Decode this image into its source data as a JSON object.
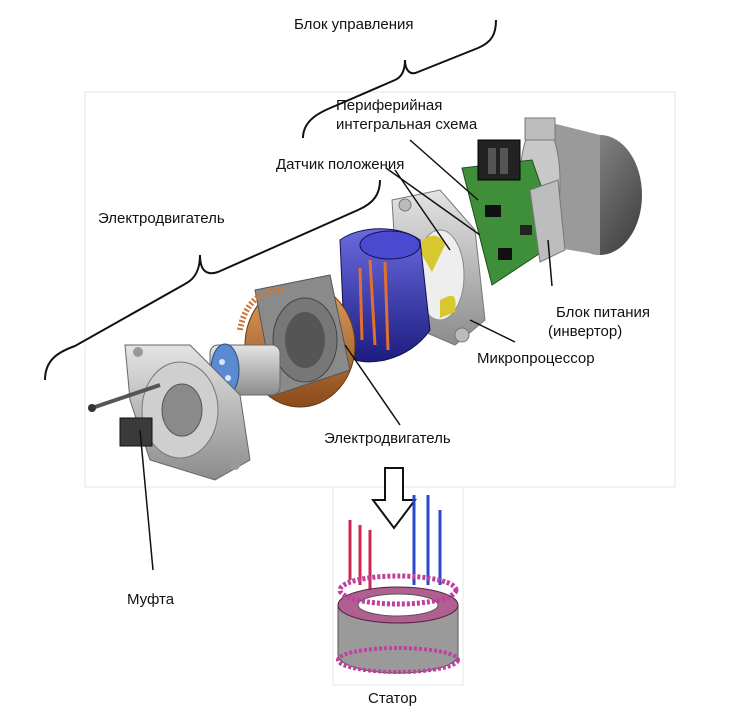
{
  "labels": {
    "control_unit": "Блок управления",
    "peripheral_ic_line1": "Периферийная",
    "peripheral_ic_line2": "интегральная схема",
    "position_sensor": "Датчик положения",
    "motor_group": "Электродвигатель",
    "power_unit_line1": "Блок питания",
    "power_unit_line2": "(инвертор)",
    "microprocessor": "Микропроцессор",
    "motor_part": "Электродвигатель",
    "coupling": "Муфта",
    "stator": "Статор"
  },
  "colors": {
    "housing_gray": "#b8b8b8",
    "rotor_blue": "#3a3ab8",
    "copper": "#c8783a",
    "pcb_green": "#3f8f3a",
    "sensor_yellow": "#d8c830",
    "wire_red": "#d02850",
    "wire_blue": "#2a48c8"
  }
}
